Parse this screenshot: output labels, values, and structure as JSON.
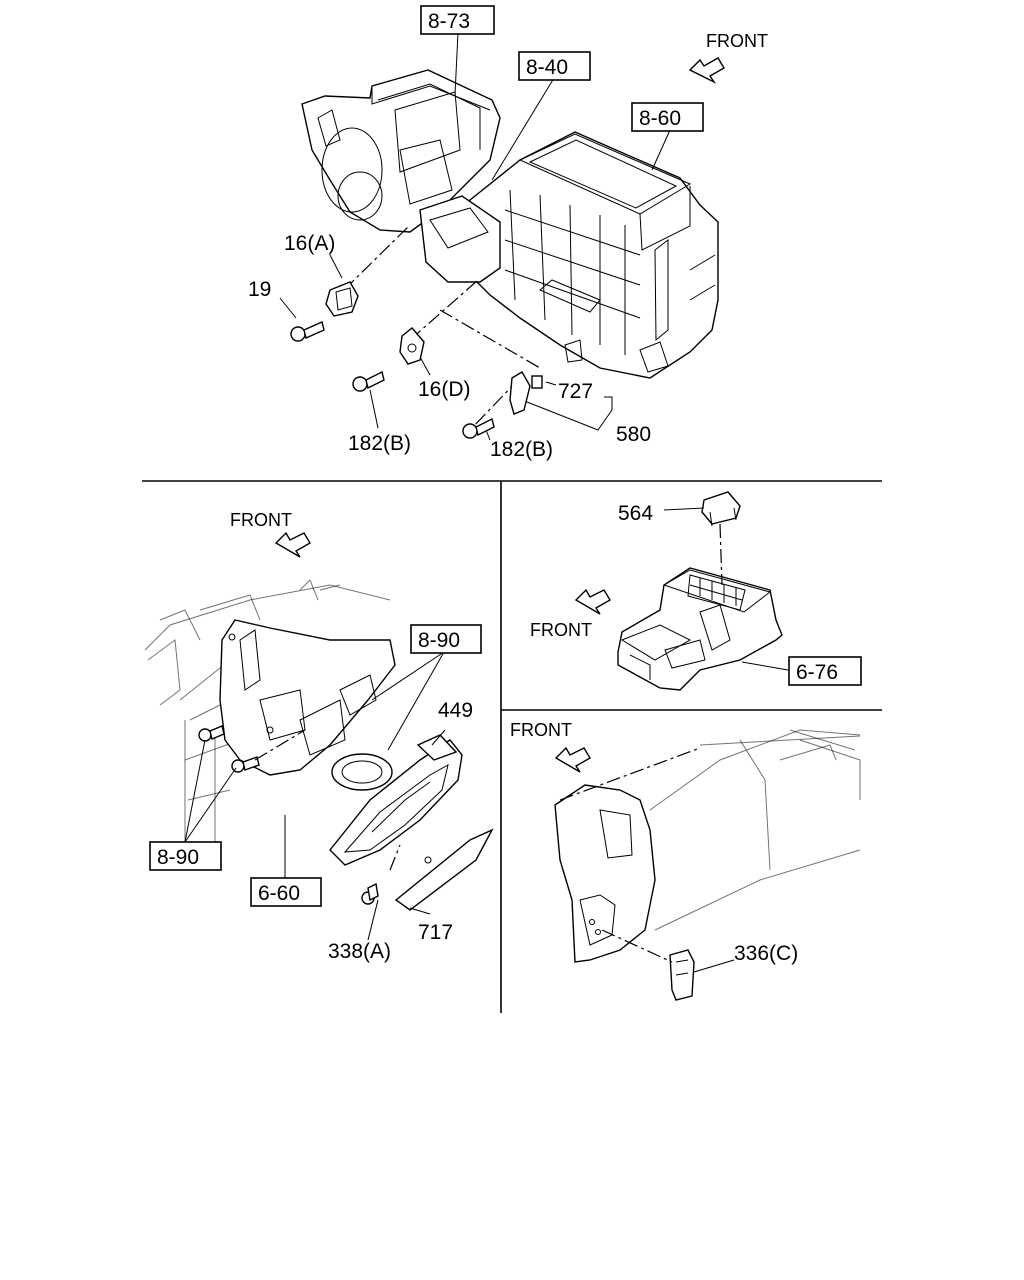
{
  "labels": {
    "ref_8_73": "8-73",
    "ref_8_40": "8-40",
    "ref_8_60": "8-60",
    "front_top": "FRONT",
    "p16a": "16(A)",
    "p19": "19",
    "p16d": "16(D)",
    "p727": "727",
    "p182b_1": "182(B)",
    "p182b_2": "182(B)",
    "p580": "580",
    "front_left": "FRONT",
    "ref_8_90_a": "8-90",
    "p449": "449",
    "ref_8_90_b": "8-90",
    "ref_6_60": "6-60",
    "p338a": "338(A)",
    "p717": "717",
    "p564": "564",
    "front_right": "FRONT",
    "ref_6_76": "6-76",
    "front_bottom": "FRONT",
    "p336c": "336(C)"
  },
  "icons": {
    "arrow": "front-direction-arrow-icon"
  }
}
